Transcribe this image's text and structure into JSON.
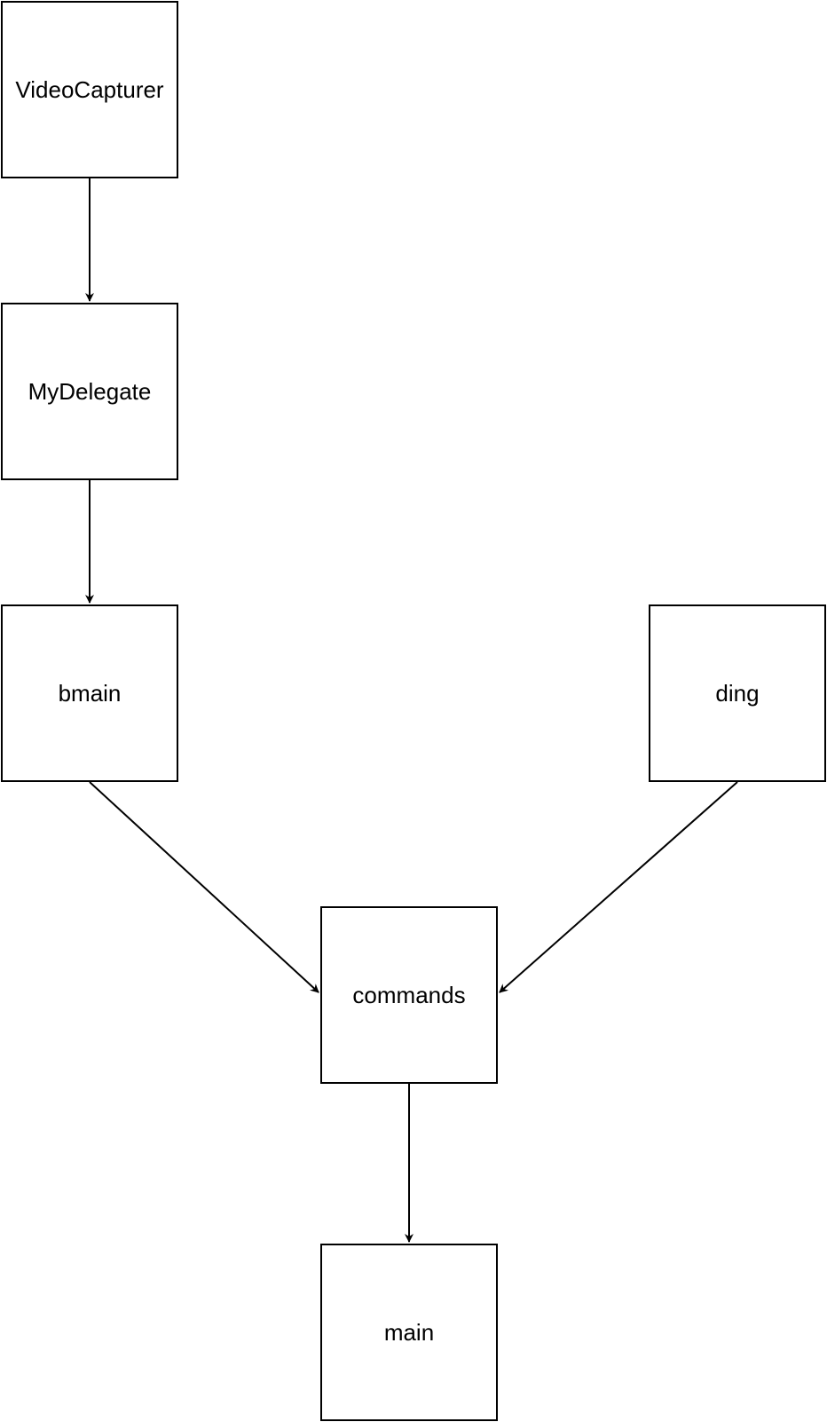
{
  "diagram": {
    "nodes": {
      "videocapturer": "VideoCapturer",
      "mydelegate": "MyDelegate",
      "bmain": "bmain",
      "ding": "ding",
      "commands": "commands",
      "main": "main"
    },
    "edges": [
      {
        "from": "VideoCapturer",
        "to": "MyDelegate"
      },
      {
        "from": "MyDelegate",
        "to": "bmain"
      },
      {
        "from": "bmain",
        "to": "commands"
      },
      {
        "from": "ding",
        "to": "commands"
      },
      {
        "from": "commands",
        "to": "main"
      }
    ],
    "colors": {
      "stroke": "#000000",
      "background": "#ffffff"
    }
  }
}
